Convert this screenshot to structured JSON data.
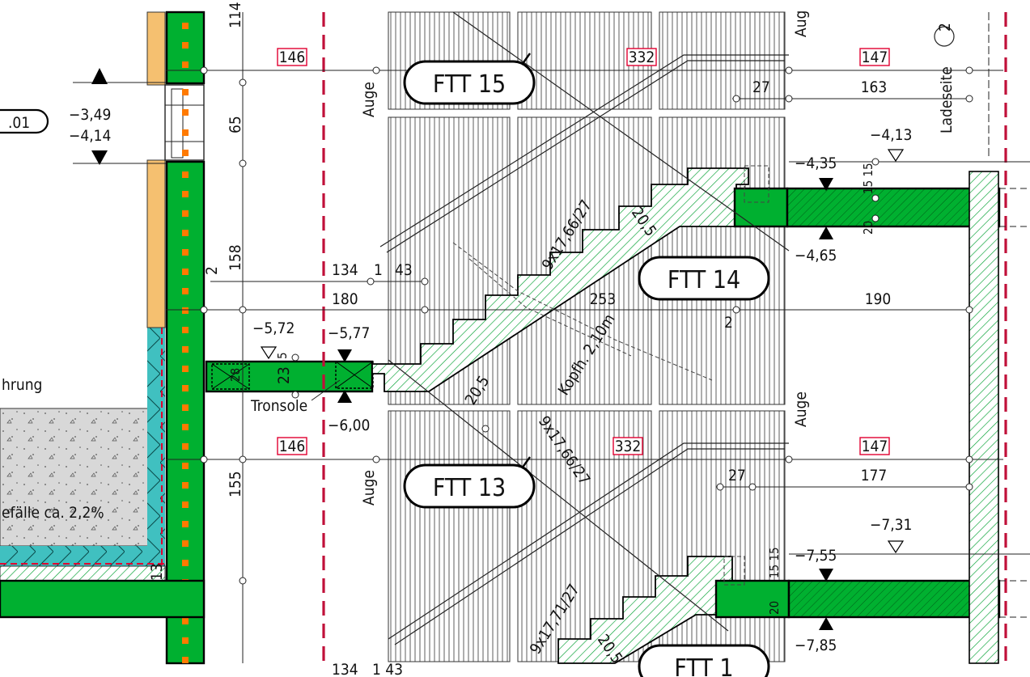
{
  "labels": {
    "ftt15": "FTT 15",
    "ftt14": "FTT 14",
    "ftt13": "FTT 13",
    "ftt_bottom": "FTT 1"
  },
  "side_tag": ".01",
  "levels": {
    "l_349": "−3,49",
    "l_414": "−4,14",
    "l_413": "−4,13",
    "l_435": "−4,35",
    "l_465": "−4,65",
    "l_572": "−5,72",
    "l_577": "−5,77",
    "l_600": "−6,00",
    "l_731": "−7,31",
    "l_755": "−7,55",
    "l_785": "−7,85"
  },
  "dims": {
    "d146_top": "146",
    "d332_top": "332",
    "d147_top": "147",
    "d163": "163",
    "d27_top": "27",
    "d65": "65",
    "d158": "158",
    "d134": "134",
    "d1": "1",
    "d43": "43",
    "d180": "180",
    "d253": "253",
    "d190": "190",
    "d2_right": "2",
    "d2_left": "2",
    "d23": "23",
    "d28": "28",
    "d5": "5",
    "d146_bot": "146",
    "d332_bot": "332",
    "d147_bot": "147",
    "d177": "177",
    "d27_bot": "27",
    "d155": "155",
    "d13": "13",
    "d114": "114",
    "d205_top": "20,5",
    "d205_mid": "20,5",
    "d205_bot": "20,5",
    "d20_top": "20",
    "d20_bot": "20",
    "d15_top": "15 15",
    "d15_bot": "15 15",
    "d134_bot": "134",
    "d143_bot": "1 43"
  },
  "notes": {
    "stair1": "9x17,66/27",
    "stair2": "9x17,66/27",
    "stair3": "9x17,71/27",
    "kopfh": "Kopfh. 2,10m",
    "tronsole": "Tronsole",
    "auge1": "Auge",
    "auge2": "Auge",
    "auge3": "Auge",
    "auge_top": "Aug",
    "ladeseite": "Ladeseite",
    "ladeseite_num": "2",
    "rung": "hrung",
    "gefaelle": "efälle  ca. 2,2%"
  },
  "colors": {
    "concrete_green": "#00b030",
    "insulation_orange": "#f5c070",
    "waterproof_teal": "#40c0c0",
    "screed_grey": "#d8d8d8",
    "anchor_orange": "#ff7a00",
    "axis_red": "#c0103a",
    "box_red": "#e00030",
    "hatch_green": "#00a030"
  }
}
